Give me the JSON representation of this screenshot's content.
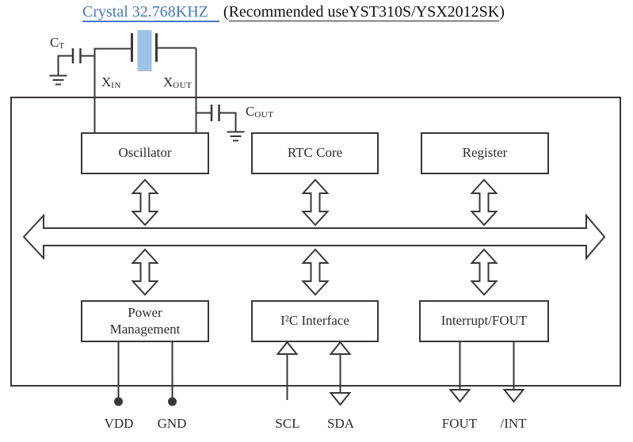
{
  "title": {
    "crystal": "Crystal 32.768KHZ",
    "note_open": "(",
    "note": "Recommended useYST310S/YSX2012SK",
    "note_close": ")"
  },
  "colors": {
    "link_blue": "#4577c3",
    "crystal_fill": "#9dc3e6",
    "line": "#3b3737"
  },
  "crystal_circuit": {
    "ct": {
      "main": "C",
      "sub": "T"
    },
    "xin": {
      "main": "X",
      "sub": "IN"
    },
    "xout": {
      "main": "X",
      "sub": "OUT"
    },
    "cout": {
      "main": "C",
      "sub": "OUT"
    }
  },
  "blocks": {
    "oscillator": "Oscillator",
    "rtc_core": "RTC Core",
    "register": "Register",
    "power_management": "Power Management",
    "i2c_interface": "I²C Interface",
    "interrupt_fout": "Interrupt/FOUT"
  },
  "pins": {
    "vdd": "VDD",
    "gnd": "GND",
    "scl": "SCL",
    "sda": "SDA",
    "fout": "FOUT",
    "int": "/INT"
  }
}
